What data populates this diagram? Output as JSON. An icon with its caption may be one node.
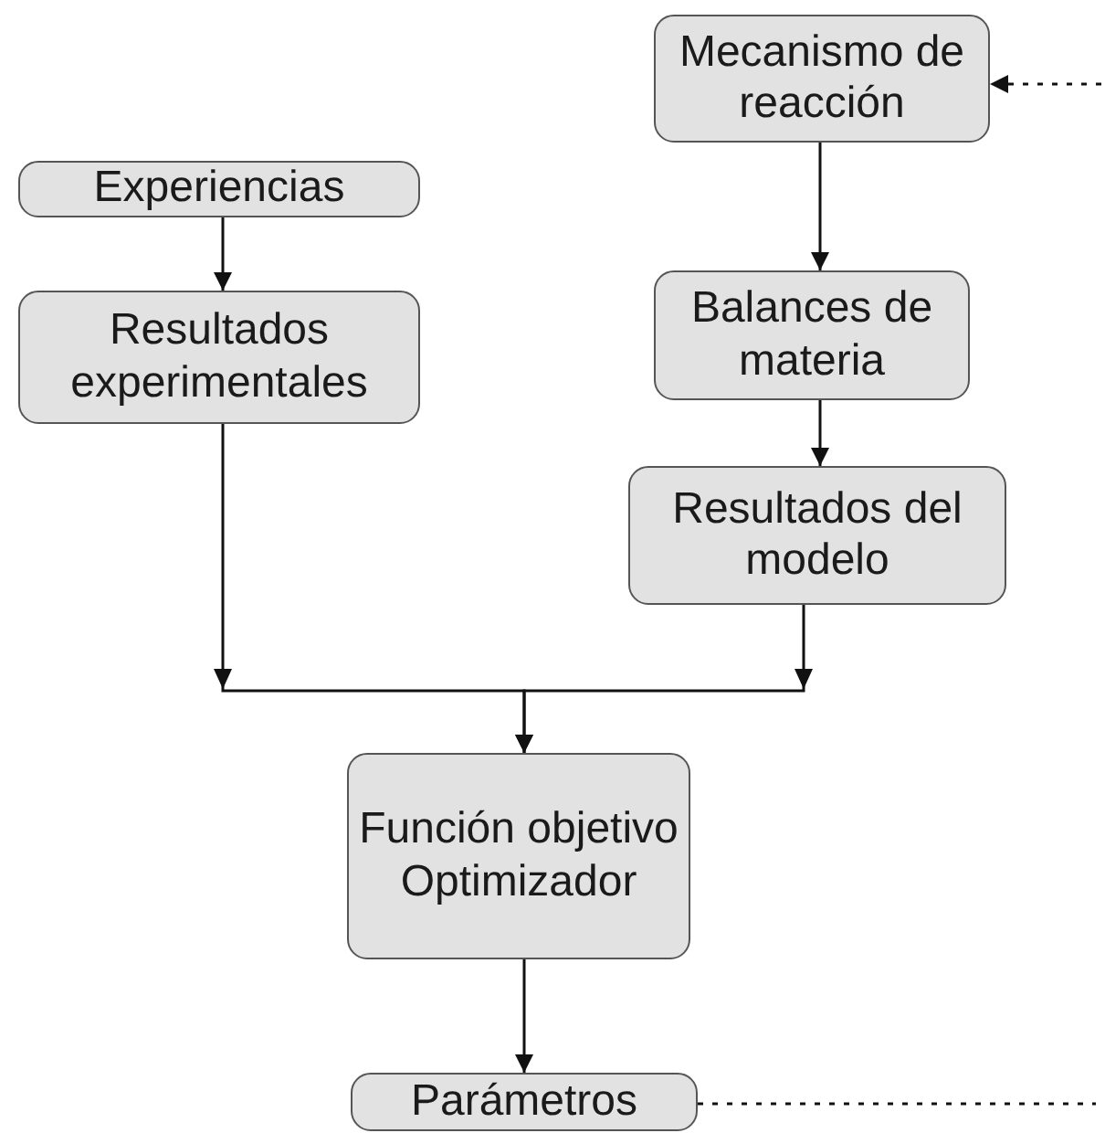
{
  "diagram": {
    "nodes": [
      {
        "text": [
          "Mecanismo de reacción"
        ]
      },
      {
        "text": [
          "Experiencias"
        ]
      },
      {
        "text": [
          "Resultados experimentales"
        ]
      },
      {
        "text": [
          "Balances de materia"
        ]
      },
      {
        "text": [
          "Resultados del modelo"
        ]
      },
      {
        "text": [
          "Función objetivo Optimizador"
        ]
      },
      {
        "text": [
          "Parámetros"
        ]
      }
    ],
    "edges": [
      {
        "from": 1,
        "to": 2,
        "arrow": "to"
      },
      {
        "from": 0,
        "to": 3,
        "arrow": "to"
      },
      {
        "from": 3,
        "to": 4,
        "arrow": "to"
      },
      {
        "from": 2,
        "to": 5,
        "arrow": "to"
      },
      {
        "from": 4,
        "to": 5,
        "arrow": "to"
      },
      {
        "from": 5,
        "to": 6,
        "arrow": "to"
      },
      {
        "from": 6,
        "to": null,
        "arrow": "none",
        "style": "dashed"
      },
      {
        "from": null,
        "to": 0,
        "arrow": "to",
        "style": "dashed"
      }
    ]
  }
}
